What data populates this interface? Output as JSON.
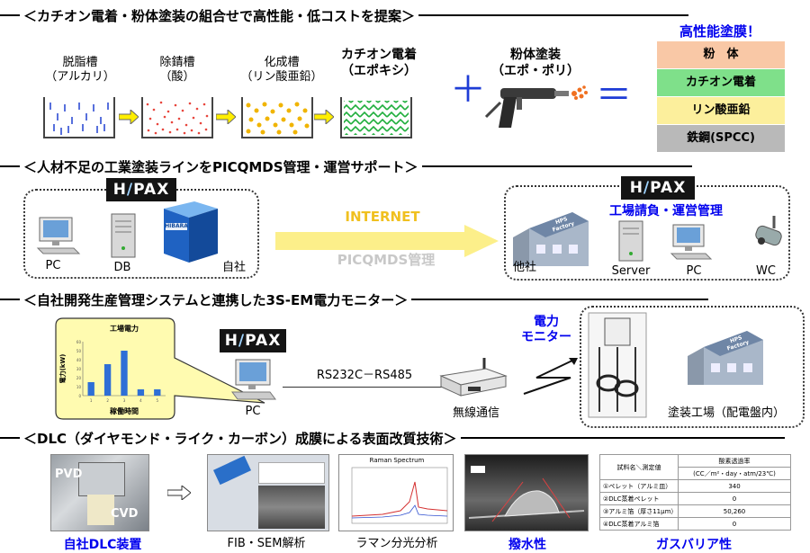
{
  "sections": {
    "s1": "＜カチオン電着・粉体塗装の組合せで高性能・低コストを提案＞",
    "s2": "＜人材不足の工業塗装ラインをPICQMDS管理・運営サポート＞",
    "s3": "＜自社開発生産管理システムと連携した3S-EM電力モニター＞",
    "s4": "＜DLC（ダイヤモンド・ライク・カーボン）成膜による表面改質技術＞"
  },
  "process": {
    "tank1": {
      "l1": "脱脂槽",
      "l2": "（アルカリ）"
    },
    "tank2": {
      "l1": "除錆槽",
      "l2": "（酸）"
    },
    "tank3": {
      "l1": "化成槽",
      "l2": "（リン酸亜鉛）"
    },
    "tank4": {
      "l1": "カチオン電着",
      "l2": "（エポキシ）"
    },
    "powder": {
      "l1": "粉体塗装",
      "l2": "（エポ・ポリ）"
    },
    "plus": "＋",
    "equals": "＝"
  },
  "layers": {
    "title": "高性能塗膜！",
    "items": [
      {
        "label": "粉　体",
        "color": "#f9c8a6"
      },
      {
        "label": "カチオン電着",
        "color": "#7fe08a"
      },
      {
        "label": "リン酸亜鉛",
        "color": "#fcef9c"
      },
      {
        "label": "鉄鋼(SPCC)",
        "color": "#b9b9b9"
      }
    ]
  },
  "network": {
    "hpax_brand": {
      "a": "H",
      "b": "/",
      "c": "PAX"
    },
    "left": {
      "pc": "PC",
      "db": "DB",
      "own": "自社",
      "building": "HIBARA"
    },
    "internet": "INTERNET",
    "picqmds": "PICQMDS管理",
    "right": {
      "title": "工場請負・運営管理",
      "other": "他社",
      "server": "Server",
      "pc": "PC",
      "wc": "WC",
      "factory": "HPS Factory"
    }
  },
  "power": {
    "chart_data": {
      "type": "bar",
      "title": "工場電力",
      "ylabel": "電力(kW)",
      "xlabel": "稼働時間",
      "categories": [
        "1",
        "2",
        "3",
        "4",
        "5"
      ],
      "values": [
        15,
        35,
        50,
        7,
        7
      ],
      "ylim": [
        0,
        60
      ],
      "yticks": [
        "0",
        "10",
        "20",
        "30",
        "40",
        "50",
        "60"
      ]
    },
    "pc": "PC",
    "link": "RS232C－RS485",
    "wireless": "無線通信",
    "monitor": {
      "l1": "電力",
      "l2": "モニター"
    },
    "plant": "塗装工場（配電盤内）",
    "factory": "HPS Factory"
  },
  "dlc": {
    "device": "自社DLC装置",
    "pvd": "PVD",
    "cvd": "CVD",
    "fib": "FIB・SEM解析",
    "raman": "ラマン分光分析",
    "raman_title": "Raman Spectrum",
    "water": "撥水性",
    "gas": "ガスバリア性",
    "table": {
      "h1": "試料名＼測定値",
      "h2": "酸素透過率",
      "h3": "(CC／m²・day・atm/23℃)",
      "rows": [
        [
          "①ペレット（アルミ皿）",
          "340"
        ],
        [
          "②DLC蒸着ペレット",
          "0"
        ],
        [
          "③アルミ箔（厚さ11μm）",
          "50,260"
        ],
        [
          "④DLC蒸着アルミ箔",
          "0"
        ]
      ]
    }
  }
}
